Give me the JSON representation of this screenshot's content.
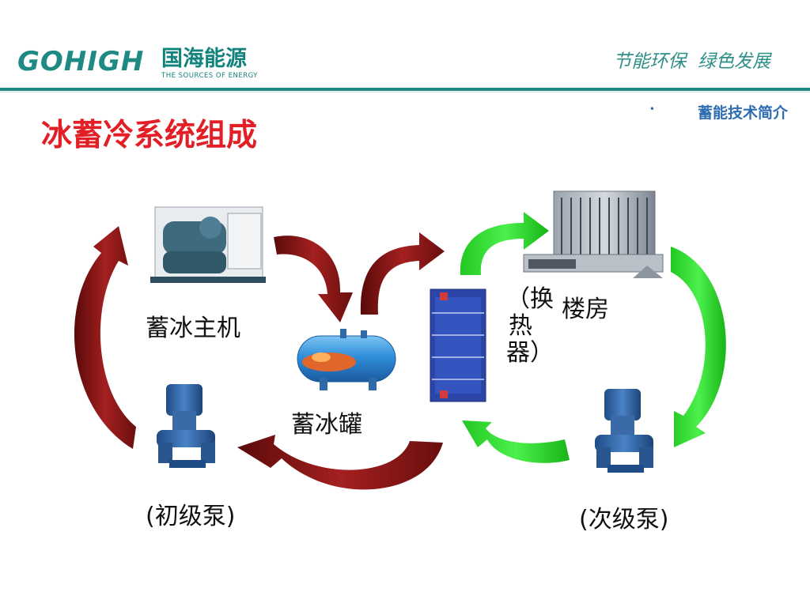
{
  "header": {
    "logo": {
      "wordmark": "GOHIGH",
      "name_cn": "国海能源",
      "tagline_en": "THE SOURCES OF ENERGY"
    },
    "slogan": "节能环保  绿色发展",
    "section": "蓄能技术简介",
    "section_bullet": "•"
  },
  "page_title": "冰蓄冷系统组成",
  "diagram": {
    "components": {
      "chiller": "蓄冰主机",
      "ice_tank": "蓄冰罐",
      "heat_exchanger": "（换热器）",
      "building": "楼房",
      "primary_pump": "(初级泵)",
      "secondary_pump": "(次级泵)"
    }
  },
  "colors": {
    "brand_green": "#1f8a84",
    "brand_text": "#13837d",
    "slogan": "#2e8f89",
    "title_red": "#e21f26",
    "section_blue": "#2f6db1",
    "primary_loop": "#8b1a1a",
    "secondary_loop": "#1bde1b",
    "pump_blue": "#2f5fa3",
    "tank_blue": "#2f8fd8"
  }
}
